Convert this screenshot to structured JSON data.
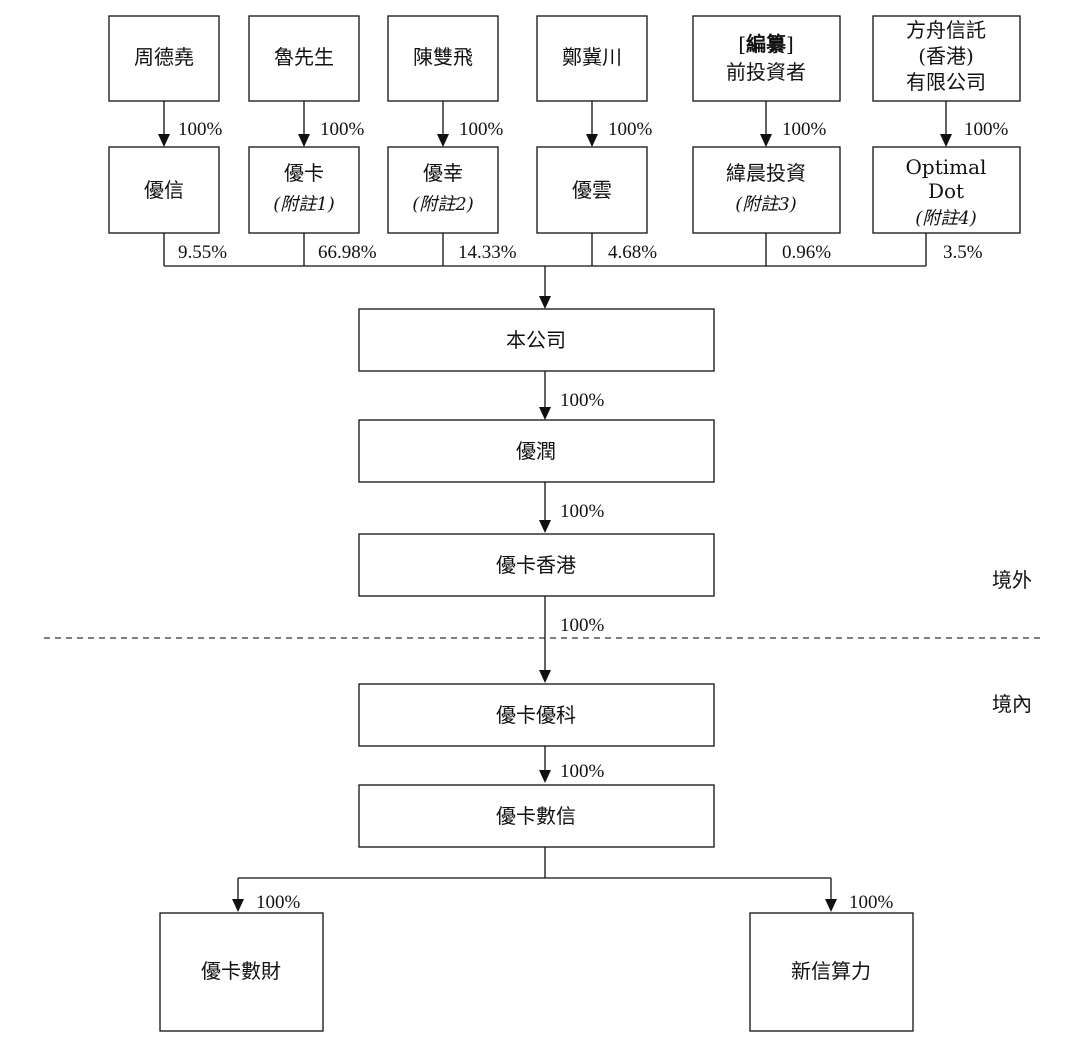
{
  "shareholders": [
    {
      "name": "周德堯",
      "holding": "優信",
      "holding_note": "",
      "top_pct": "100%",
      "bottom_pct": "9.55%"
    },
    {
      "name": "魯先生",
      "holding": "優卡",
      "holding_note": "(附註1)",
      "top_pct": "100%",
      "bottom_pct": "66.98%"
    },
    {
      "name": "陳雙飛",
      "holding": "優幸",
      "holding_note": "(附註2)",
      "top_pct": "100%",
      "bottom_pct": "14.33%"
    },
    {
      "name": "鄭冀川",
      "holding": "優雲",
      "holding_note": "",
      "top_pct": "100%",
      "bottom_pct": "4.68%"
    },
    {
      "name_prefix": "[",
      "name_bold": "編纂",
      "name_suffix": "]",
      "name_line2": "前投資者",
      "holding": "緯晨投資",
      "holding_note": "(附註3)",
      "top_pct": "100%",
      "bottom_pct": "0.96%"
    },
    {
      "name_lines": [
        "方舟信託",
        "(香港)",
        "有限公司"
      ],
      "holding_lines": [
        "Optimal",
        "Dot"
      ],
      "holding_note": "(附註4)",
      "top_pct": "100%",
      "bottom_pct": "3.5%"
    }
  ],
  "chain": [
    {
      "name": "本公司",
      "pct_below": "100%"
    },
    {
      "name": "優潤",
      "pct_below": "100%"
    },
    {
      "name": "優卡香港",
      "pct_below": "100%"
    },
    {
      "name": "優卡優科",
      "pct_below": "100%"
    },
    {
      "name": "優卡數信"
    }
  ],
  "subsidiaries": [
    {
      "name": "優卡數財",
      "pct": "100%"
    },
    {
      "name": "新信算力",
      "pct": "100%"
    }
  ],
  "regions": {
    "offshore": "境外",
    "onshore": "境內"
  }
}
